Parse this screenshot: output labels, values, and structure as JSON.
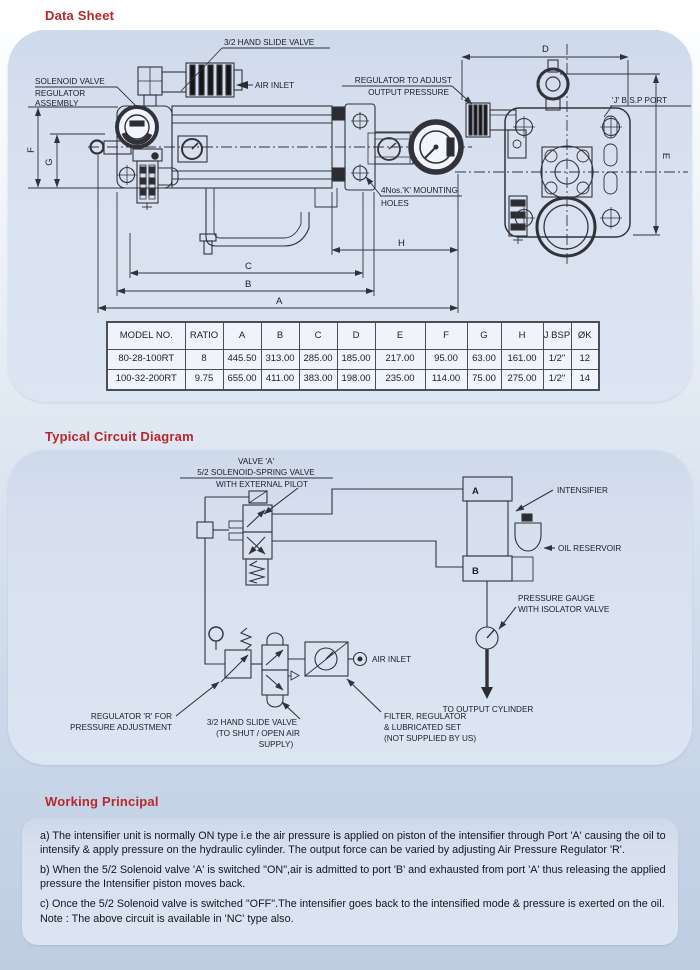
{
  "colors": {
    "accent_red": "#b6282b",
    "panel_blue": "#d7e0ef",
    "line": "#32323a"
  },
  "headings": {
    "data_sheet": "Data Sheet",
    "circuit_diagram": "Typical Circuit Diagram",
    "working_principal": "Working Principal"
  },
  "datasheet": {
    "labels": {
      "slide_valve": "3/2 HAND SLIDE VALVE",
      "air_inlet": "AIR INLET",
      "solenoid1": "SOLENOID VALVE",
      "solenoid2": "REGULATOR",
      "solenoid3": "ASSEMBLY",
      "regulator1": "REGULATOR TO ADJUST",
      "regulator2": "OUTPUT PRESSURE",
      "bsp_port": "'J' B.S.P PORT",
      "mounting1": "4Nos.'K' MOUNTING",
      "mounting2": "HOLES"
    },
    "dims": {
      "a": "A",
      "b": "B",
      "c": "C",
      "d": "D",
      "e": "E",
      "f": "F",
      "g": "G",
      "h": "H"
    },
    "table": {
      "headers": [
        "MODEL NO.",
        "RATIO",
        "A",
        "B",
        "C",
        "D",
        "E",
        "F",
        "G",
        "H",
        "J BSP",
        "ØK"
      ],
      "rows": [
        [
          "80-28-100RT",
          "8",
          "445.50",
          "313.00",
          "285.00",
          "185.00",
          "217.00",
          "95.00",
          "63.00",
          "161.00",
          "1/2\"",
          "12"
        ],
        [
          "100-32-200RT",
          "9.75",
          "655.00",
          "411.00",
          "383.00",
          "198.00",
          "235.00",
          "114.00",
          "75.00",
          "275.00",
          "1/2\"",
          "14"
        ]
      ]
    }
  },
  "circuit": {
    "valve1": "VALVE 'A'",
    "valve2": "5/2 SOLENOID-SPRING VALVE",
    "valve3": "WITH EXTERNAL PILOT",
    "intensifier": "INTENSIFIER",
    "oil_reservoir": "OIL RESERVOIR",
    "pressure_gauge1": "PRESSURE GAUGE",
    "pressure_gauge2": "WITH ISOLATOR VALVE",
    "to_output": "TO OUTPUT CYLINDER",
    "air_inlet": "AIR INLET",
    "regulator1": "REGULATOR 'R' FOR",
    "regulator2": "PRESSURE ADJUSTMENT",
    "slide1": "3/2 HAND SLIDE VALVE",
    "slide2": "(TO SHUT / OPEN AIR",
    "slide3": "SUPPLY)",
    "frl1": "FILTER, REGULATOR",
    "frl2": "& LUBRICATED SET",
    "frl3": "(NOT SUPPLIED BY US)",
    "port_a": "A",
    "port_b": "B"
  },
  "working": {
    "a": "a) The intensifier unit is normally ON type i.e the air pressure is applied on piston of the intensifier  through Port 'A' causing the oil to intensify & apply pressure on the hydraulic cylinder. The output force can be varied by adjusting Air Pressure Regulator 'R'.",
    "b": "b) When the 5/2 Solenoid valve 'A' is switched \"ON\",air is admitted to port 'B' and exhausted from port 'A' thus releasing the applied pressure the Intensifier piston moves back.",
    "c": "c) Once the 5/2 Solenoid valve is switched \"OFF\".The intensifier goes back to the intensified mode & pressure is  exerted on the oil.",
    "note": "Note : The above circuit is available in 'NC' type also."
  }
}
